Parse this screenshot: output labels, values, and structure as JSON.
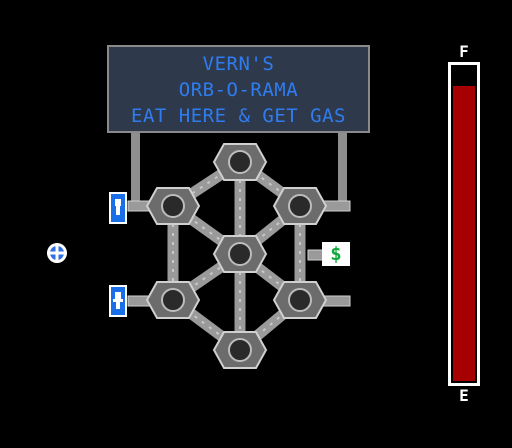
{
  "sign": {
    "line1": "VERN'S",
    "line2": "ORB-O-RAMA",
    "line3": "EAT HERE & GET GAS"
  },
  "fuel": {
    "full_label": "F",
    "empty_label": "E",
    "level": 0.94
  },
  "shop": {
    "dollar_label": "$"
  },
  "colors": {
    "sign_text": "#2f7cf0",
    "sign_bg": "#2e3a4c",
    "fuel_fill": "#a60000",
    "pump_blue": "#1a6ee8",
    "dollar_green": "#11a83a",
    "pipe_gray": "#9a9a9a"
  },
  "icons": [
    "orb-ship-icon",
    "gas-pump-icon",
    "dollar-icon"
  ]
}
